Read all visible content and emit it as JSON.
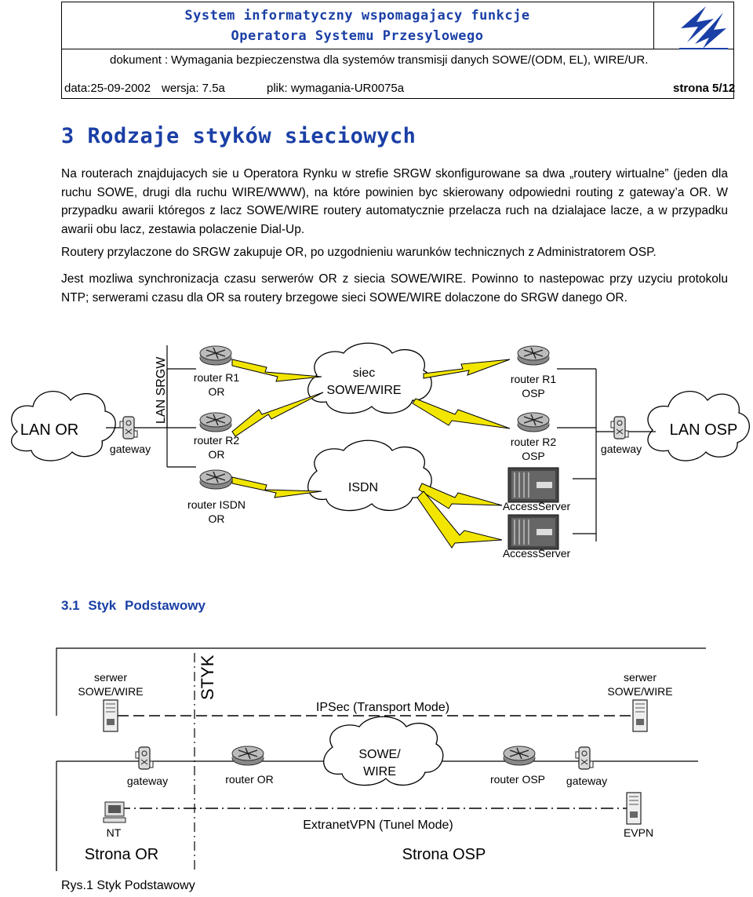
{
  "header": {
    "title_line1": "System informatyczny wspomagajacy funkcje",
    "title_line2": "Operatora Systemu Przesylowego",
    "document_label": "dokument :",
    "document_value": "Wymagania bezpieczenstwa dla systemów transmisji danych SOWE/(ODM, EL), WIRE/UR.",
    "date": "data:25-09-2002",
    "version": "wersja: 7.5a",
    "file": "plik: wymagania-UR0075a",
    "page": "strona 5/12",
    "accent_color": "#1a3fa6",
    "logo_icon": "lightning-logo-icon"
  },
  "section": {
    "title": "3  Rodzaje styków sieciowych",
    "paragraphs": [
      "Na routerach znajdujacych sie u Operatora Rynku w strefie SRGW skonfigurowane sa dwa „routery wirtualne” (jeden dla ruchu SOWE, drugi dla ruchu WIRE/WWW), na które powinien byc skierowany odpowiedni routing z gateway’a OR. W przypadku awarii któregos z lacz SOWE/WIRE routery automatycznie przelacza ruch na dzialajace lacze, a w przypadku awarii obu lacz, zestawia polaczenie Dial-Up.",
      "Routery przylaczone do SRGW zakupuje OR, po uzgodnieniu warunków technicznych z Administratorem OSP.",
      "Jest mozliwa synchronizacja czasu serwerów OR z siecia SOWE/WIRE. Powinno to nastepowac przy uzyciu protokolu NTP; serwerami czasu dla OR sa routery brzegowe sieci SOWE/WIRE dolaczone do SRGW danego OR."
    ]
  },
  "diagram1": {
    "lan_or": "LAN OR",
    "lan_osp": "LAN OSP",
    "lan_srgw": "LAN SRGW",
    "gateway_left": "gateway",
    "gateway_right": "gateway",
    "router_r1_or": [
      "router R1",
      "OR"
    ],
    "router_r2_or": [
      "router R2",
      "OR"
    ],
    "router_isdn_or": [
      "router ISDN",
      "OR"
    ],
    "siec": [
      "siec",
      "SOWE/WIRE"
    ],
    "isdn": "ISDN",
    "router_r1_osp": [
      "router R1",
      "OSP"
    ],
    "router_r2_osp": [
      "router R2",
      "OSP"
    ],
    "access_server_1": "AccessServer",
    "access_server_2": "AccessServer"
  },
  "subsection": {
    "title": "3.1  Styk Podstawowy"
  },
  "diagram2": {
    "server_left": [
      "serwer",
      "SOWE/WIRE"
    ],
    "server_right": [
      "serwer",
      "SOWE/WIRE"
    ],
    "styk": "STYK",
    "ipsec": "IPSec (Transport Mode)",
    "gateway_left": "gateway",
    "gateway_right": "gateway",
    "router_or": "router  OR",
    "router_osp": "router OSP",
    "cloud": [
      "SOWE/",
      "WIRE"
    ],
    "nt": "NT",
    "extranet": "ExtranetVPN (Tunel Mode)",
    "evpn": "EVPN",
    "strona_or": "Strona OR",
    "strona_osp": "Strona OSP"
  },
  "caption": "Rys.1 Styk Podstawowy"
}
